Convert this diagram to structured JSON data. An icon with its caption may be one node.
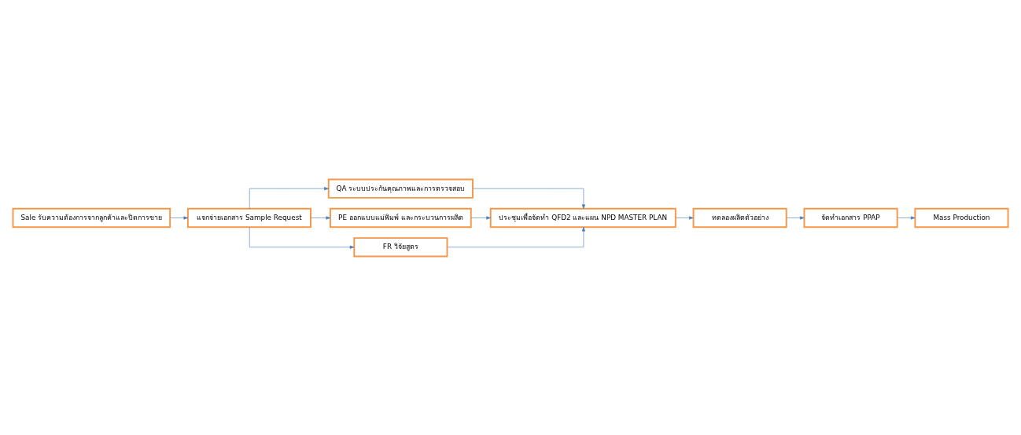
{
  "diagram": {
    "nodes": [
      {
        "text": [
          "Sale รับความต้องการจากลูกค้าและปิดการขาย"
        ]
      },
      {
        "text": [
          "แจกจ่ายเอกสาร Sample Request"
        ]
      },
      {
        "text": [
          "QA ระบบประกันคุณภาพและการตรวจสอบ"
        ]
      },
      {
        "text": [
          "PE ออกแบบแม่พิมพ์ และกระบวนการผลิต"
        ]
      },
      {
        "text": [
          "FR วิจัยสูตร"
        ]
      },
      {
        "text": [
          "ประชุมเพื่อจัดทำ QFD2 และแผน NPD MASTER PLAN"
        ]
      },
      {
        "text": [
          "ทดลองผลิตตัวอย่าง"
        ]
      },
      {
        "text": [
          "จัดทำเอกสาร PPAP"
        ]
      },
      {
        "text": [
          "Mass Production"
        ]
      }
    ],
    "edges": [
      {
        "from": 0,
        "to": 1,
        "arrow": "to"
      },
      {
        "from": 1,
        "to": 2,
        "arrow": "to"
      },
      {
        "from": 1,
        "to": 3,
        "arrow": "to"
      },
      {
        "from": 1,
        "to": 4,
        "arrow": "to"
      },
      {
        "from": 2,
        "to": 5,
        "arrow": "to"
      },
      {
        "from": 3,
        "to": 5,
        "arrow": "to"
      },
      {
        "from": 4,
        "to": 5,
        "arrow": "to"
      },
      {
        "from": 5,
        "to": 6,
        "arrow": "to"
      },
      {
        "from": 6,
        "to": 7,
        "arrow": "to"
      },
      {
        "from": 7,
        "to": 8,
        "arrow": "to"
      }
    ]
  }
}
